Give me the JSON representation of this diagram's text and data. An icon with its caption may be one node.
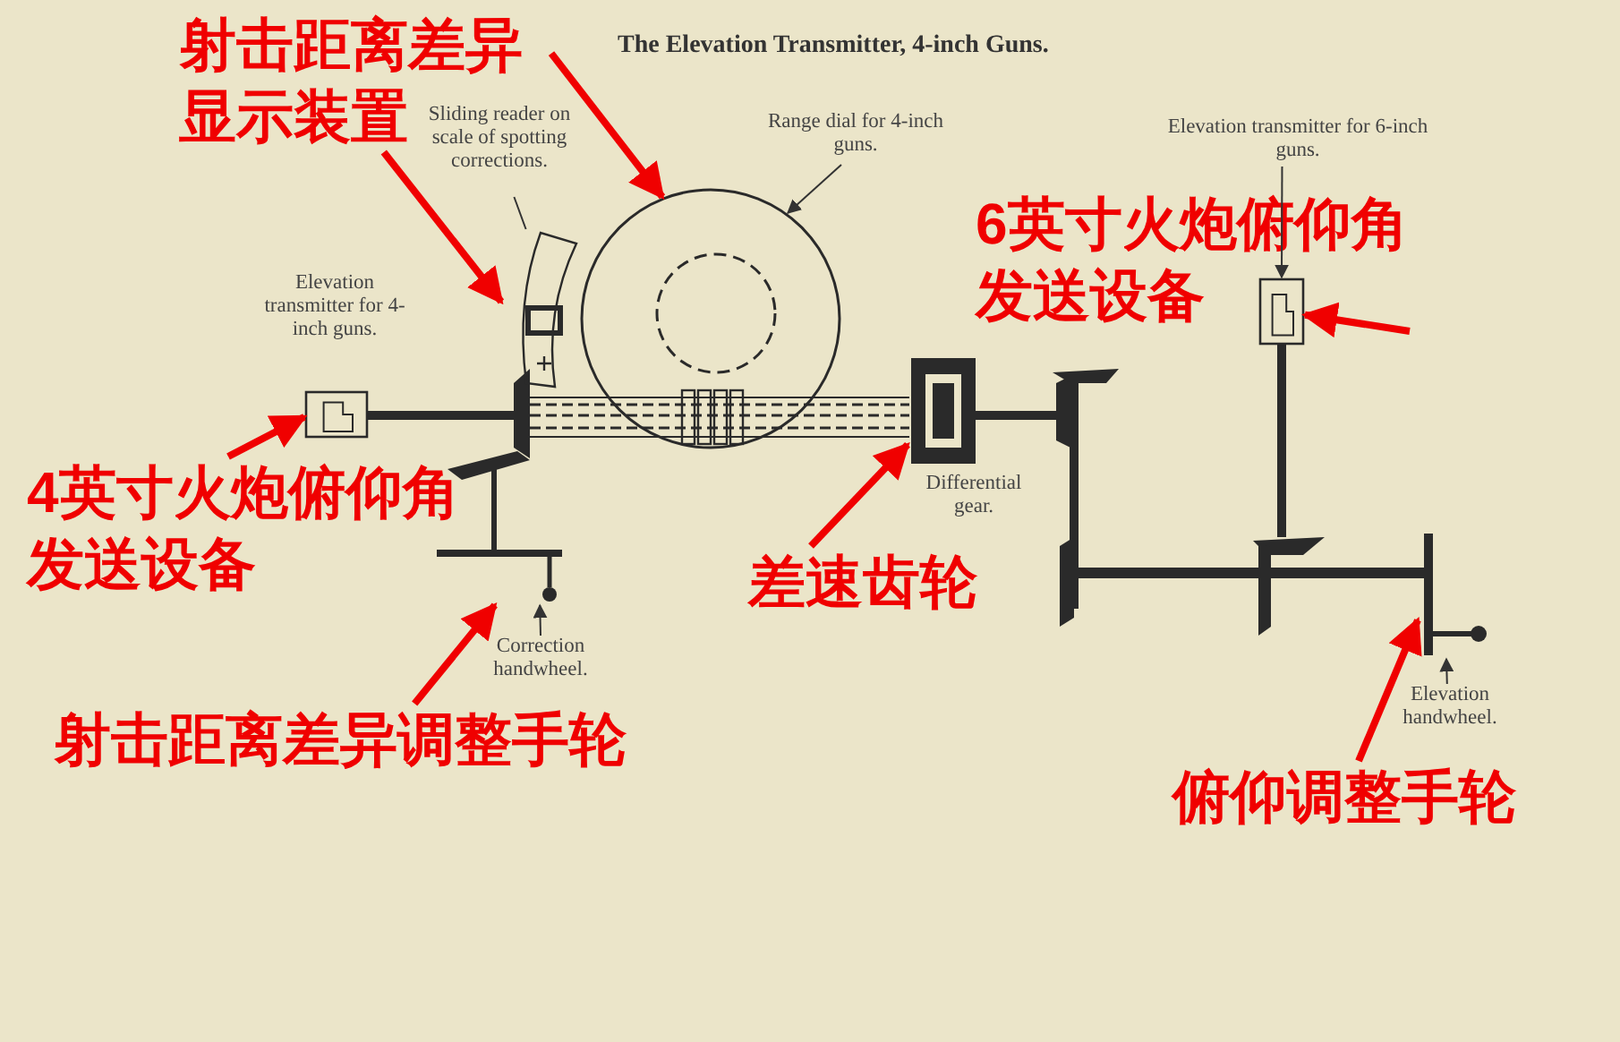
{
  "diagram": {
    "title": "The Elevation Transmitter, 4-inch Guns.",
    "nodes": [
      {
        "text": [
          "射击距离差异显示装置"
        ]
      },
      {
        "text": [
          "Sliding reader on scale of spotting corrections."
        ]
      },
      {
        "text": [
          "Range dial for 4-inch guns."
        ]
      },
      {
        "text": [
          "Elevation transmitter for 6-inch guns."
        ]
      },
      {
        "text": [
          "6英寸火炮俯仰角发送设备"
        ]
      },
      {
        "text": [],
        "shape": "picture"
      },
      {
        "text": [],
        "shape": "circle"
      },
      {
        "text": [],
        "shape": "box",
        "beside": [
          "Elevation transmitter for 4-inch guns."
        ]
      },
      {
        "text": [],
        "shape": "box"
      },
      {
        "text": [],
        "shape": "picture",
        "beside": [
          "Differential gear."
        ]
      },
      {
        "text": [
          "4英寸火炮俯仰角发送设备"
        ]
      },
      {
        "text": [
          "差速齿轮"
        ]
      },
      {
        "text": [],
        "shape": "picture"
      },
      {
        "text": [
          "Correction handwheel."
        ]
      },
      {
        "text": [
          "射击距离差异调整手轮"
        ]
      },
      {
        "text": [],
        "shape": "picture"
      },
      {
        "text": [
          "Elevation handwheel."
        ]
      },
      {
        "text": [
          "俯仰调整手轮"
        ]
      }
    ],
    "edges": [
      {
        "from": 0,
        "to": 6,
        "arrow": "to"
      },
      {
        "from": 0,
        "to": 5,
        "arrow": "to"
      },
      {
        "from": 1,
        "to": 5,
        "arrow": "none",
        "color": "#333333"
      },
      {
        "from": 2,
        "to": 6,
        "arrow": "to",
        "color": "#333333"
      },
      {
        "from": 3,
        "to": 8,
        "arrow": "to",
        "color": "#333333"
      },
      {
        "from": 4,
        "to": 8,
        "arrow": "to"
      },
      {
        "from": 10,
        "to": 7,
        "arrow": "to"
      },
      {
        "from": 11,
        "to": 9,
        "arrow": "to"
      },
      {
        "from": 13,
        "to": 12,
        "arrow": "to",
        "color": "#333333"
      },
      {
        "from": 14,
        "to": 12,
        "arrow": "to"
      },
      {
        "from": 16,
        "to": 15,
        "arrow": "to",
        "color": "#333333"
      },
      {
        "from": 17,
        "to": 15,
        "arrow": "to"
      }
    ]
  }
}
